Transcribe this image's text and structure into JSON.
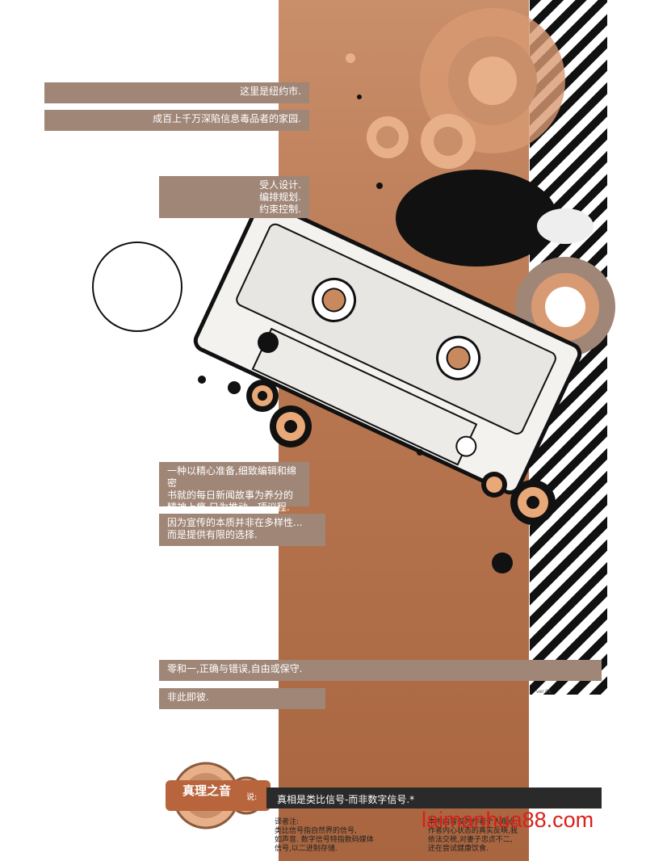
{
  "captions": {
    "nyc": "这里是纽约市.",
    "home": "成百上千万深陷信息毒品者的家园.",
    "designed": [
      "受人设计.",
      "编排规划.",
      "约束控制."
    ],
    "news": [
      "一种以精心准备,细致编辑和绵密",
      "书就的每日新闻故事为养分的",
      "精神上瘾,只为推动一项议程."
    ],
    "propaganda": [
      "因为宣传的本质并非在多样性...",
      "而是提供有限的选择."
    ],
    "binary": "零和一,正确与错误,自由或保守.",
    "either": "非此即彼."
  },
  "footer": {
    "logo_text": "真理之音",
    "logo_suffix": "说:",
    "quote": "真相是类比信号-而非数字信号.*"
  },
  "notes": {
    "translator": [
      "译者注:",
      "类比信号指自然界的信号,",
      "如声音. 数字信号特指数码媒体",
      "信号,以二进制存储."
    ],
    "author": [
      "本书内容仅为作者个人观点,",
      "作者内心状态的真实反映,我",
      "依法交税,对妻子忠贞不二,",
      "还在尝试健康饮食."
    ]
  },
  "watermark": "laimanhua88.com",
  "page_mark": "ver.01",
  "colors": {
    "caption_bg": "#a08677",
    "column_brown": "#b77650",
    "circle_orange": "#e8a878",
    "ink": "#111111"
  }
}
